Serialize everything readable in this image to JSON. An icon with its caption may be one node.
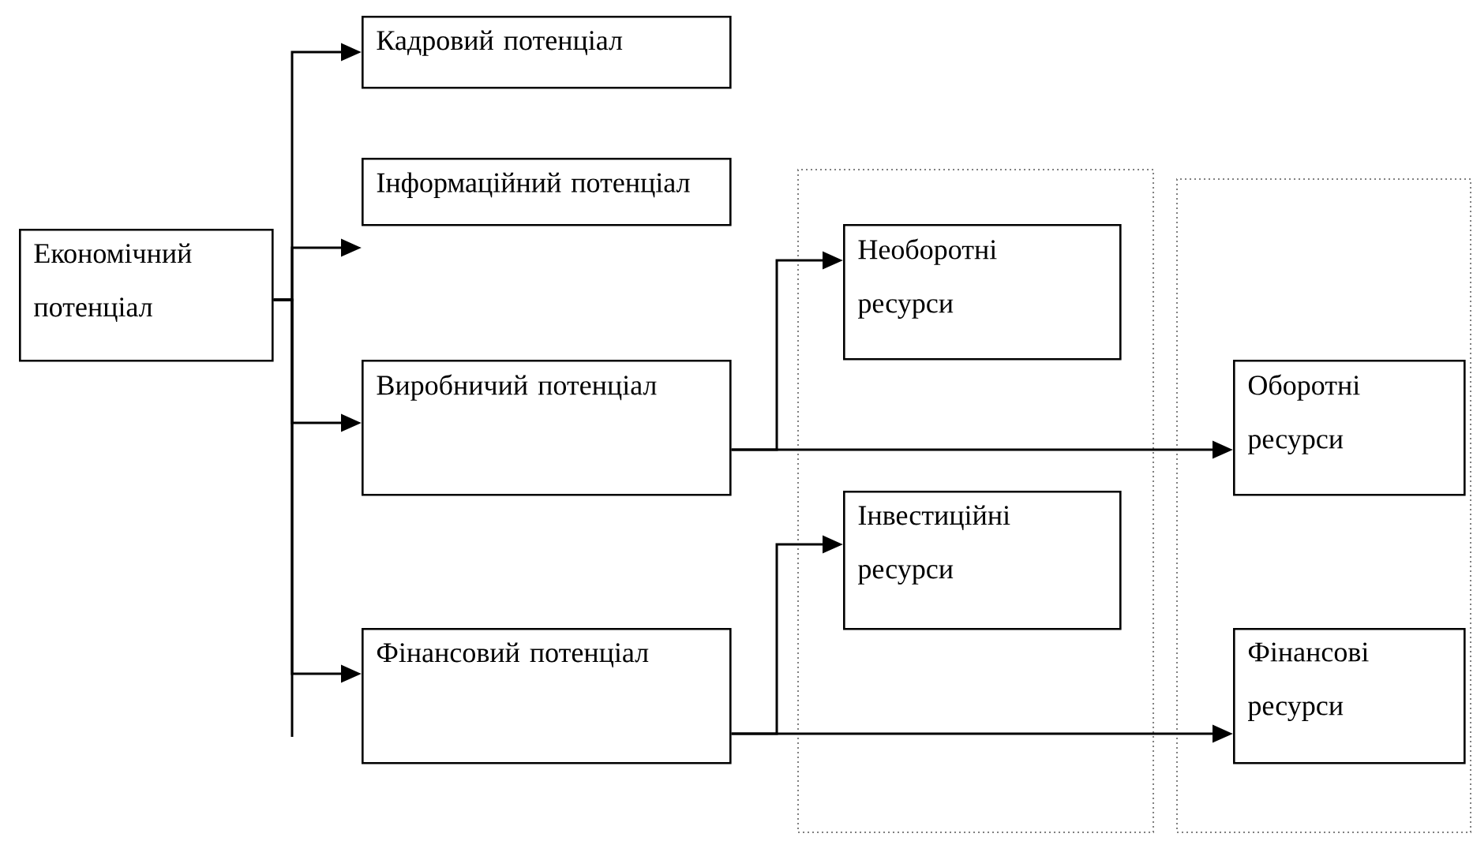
{
  "diagram": {
    "nodes": [
      {
        "text": [
          "Економічний потенціал"
        ]
      },
      {
        "text": [
          "Кадровий потенціал"
        ]
      },
      {
        "text": [
          "Інформаційний потенціал"
        ]
      },
      {
        "text": [
          "Виробничий потенціал"
        ]
      },
      {
        "text": [
          "Фінансовий потенціал"
        ]
      },
      {
        "text": [],
        "shape": "box"
      },
      {
        "text": [
          "Необоротні ресурси"
        ],
        "in": 5
      },
      {
        "text": [
          "Інвестиційні ресурси"
        ],
        "in": 5
      },
      {
        "text": [],
        "shape": "box"
      },
      {
        "text": [
          "Оборотні ресурси"
        ],
        "in": 8
      },
      {
        "text": [
          "Фінансові ресурси"
        ],
        "in": 8
      }
    ],
    "edges": [
      {
        "from": 0,
        "to": 1,
        "arrow": "to"
      },
      {
        "from": 0,
        "to": 2,
        "arrow": "to"
      },
      {
        "from": 0,
        "to": 3,
        "arrow": "to"
      },
      {
        "from": 0,
        "to": 4,
        "arrow": "to"
      },
      {
        "from": 3,
        "to": 6,
        "arrow": "to"
      },
      {
        "from": 3,
        "to": 9,
        "arrow": "to"
      },
      {
        "from": 4,
        "to": 7,
        "arrow": "to"
      },
      {
        "from": 4,
        "to": 10,
        "arrow": "to"
      }
    ]
  }
}
